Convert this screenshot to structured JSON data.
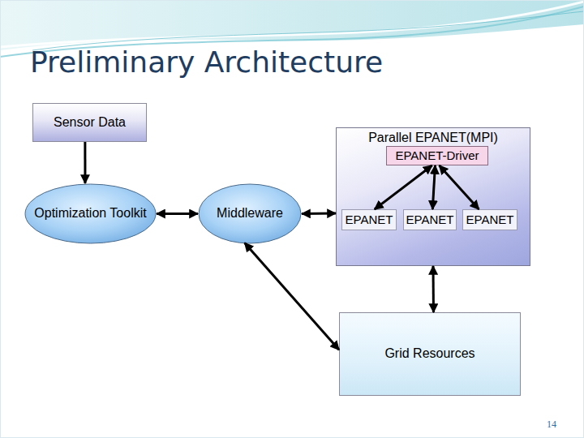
{
  "diagram": {
    "title": "Preliminary Architecture",
    "nodes": [
      {
        "text": [
          "Sensor Data"
        ]
      },
      {
        "text": [
          "Optimization Toolkit"
        ]
      },
      {
        "text": [
          "Middleware"
        ]
      },
      {
        "text": [
          "Parallel EPANET(MPI)"
        ]
      },
      {
        "text": [
          "EPANET-Driver"
        ],
        "in": 3
      },
      {
        "text": [
          "EPANET"
        ],
        "in": 3
      },
      {
        "text": [
          "EPANET"
        ],
        "in": 3
      },
      {
        "text": [
          "EPANET"
        ],
        "in": 3
      },
      {
        "text": [
          "Grid Resources"
        ]
      }
    ],
    "edges": [
      {
        "from": 0,
        "to": 1,
        "arrow": "to"
      },
      {
        "from": 1,
        "to": 2,
        "arrow": "both"
      },
      {
        "from": 2,
        "to": 3,
        "arrow": "both"
      },
      {
        "from": 4,
        "to": 5,
        "arrow": "both"
      },
      {
        "from": 4,
        "to": 6,
        "arrow": "both"
      },
      {
        "from": 4,
        "to": 7,
        "arrow": "both"
      },
      {
        "from": 3,
        "to": 8,
        "arrow": "both"
      },
      {
        "from": 2,
        "to": 8,
        "arrow": "both"
      }
    ],
    "labels": [
      "14"
    ]
  }
}
